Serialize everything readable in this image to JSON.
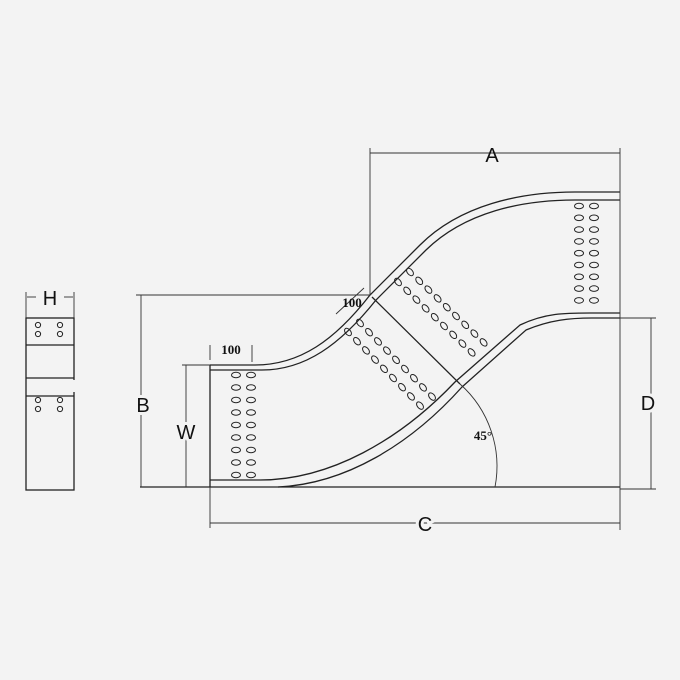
{
  "diagram": {
    "labels": {
      "A": "A",
      "B": "B",
      "C": "C",
      "D": "D",
      "W": "W",
      "H": "H"
    },
    "annotations": {
      "width_left": "100",
      "width_diag": "100",
      "angle": "45°"
    },
    "colors": {
      "background": "#f3f3f3",
      "line": "#222222"
    }
  }
}
